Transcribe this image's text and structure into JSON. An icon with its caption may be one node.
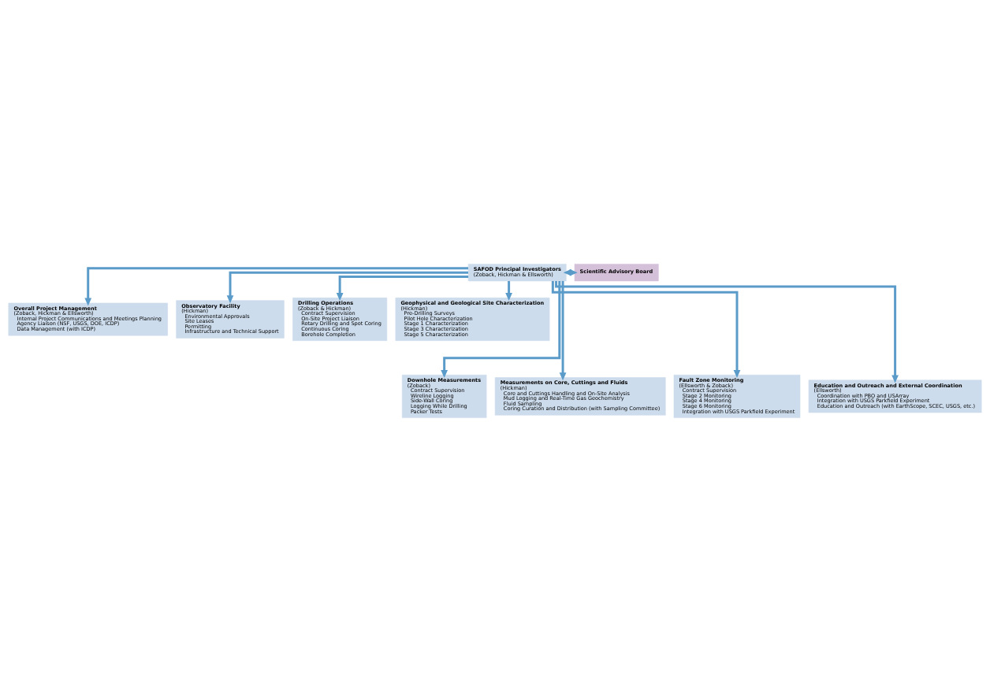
{
  "diagram": {
    "nodes": [
      {
        "text": [
          "SAFOD Principal Investigators",
          "(Zoback, Hickman & Ellsworth)"
        ]
      },
      {
        "text": [
          "Scientific Advisory Board"
        ]
      },
      {
        "text": [
          "Overall Project Management",
          "(Zoback, Hickman & Ellsworth)",
          "Internal Project Communications and Meetings Planning",
          "Agency Liaison (NSF, USGS, DOE, ICDP)",
          "Data Management (with ICDP)"
        ]
      },
      {
        "text": [
          "Observatory Facility",
          "(Hickman)",
          "Environmental Approvals",
          "Site Leases",
          "Permitting",
          "Infrastructure and Technical Support"
        ]
      },
      {
        "text": [
          "Drilling Operations",
          "(Zoback & Hickman)",
          "Contract Supervision",
          "On-Site Project Liaison",
          "Rotary Drilling and Spot Coring",
          "Continuous Coring",
          "Borehole Completion"
        ]
      },
      {
        "text": [
          "Geophysical and Geological Site Characterization",
          "(Hickman)",
          "Pre-Drilling Surveys",
          "Pilot Hole Characterization",
          "Stage 1 Characterization",
          "Stage 3 Characterization",
          "Stage 5 Characterization"
        ]
      },
      {
        "text": [
          "Downhole Measurements",
          "(Zoback)",
          "Contract Supervision",
          "Wireline Logging",
          "Side-Wall Coring",
          "Logging While Drilling",
          "Packer Tests"
        ]
      },
      {
        "text": [
          "Measurements on Core, Cuttings and Fluids",
          "(Hickman)",
          "Core and Cuttings Handling and On-Site Analysis",
          "Mud Logging and Real-Time Gas Geochemistry",
          "Fluid Sampling",
          "Coring Curation and Distribution (with Sampling Committee)"
        ]
      },
      {
        "text": [
          "Fault Zone Monitoring",
          "(Ellsworth & Zoback)",
          "Contract Supervision",
          "Stage 2 Monitoring",
          "Stage 4 Monitoring",
          "Stage 6 Monitoring",
          "Integration with USGS Parkfield Experiment"
        ]
      },
      {
        "text": [
          "Education and Outreach and External Coordination",
          "(Ellsworth)",
          "Coordination with PBO and USArray",
          "Integration with USGS Parkfield Experiment",
          "Education and Outreach (with EarthScope, SCEC, USGS, etc.)"
        ]
      }
    ],
    "edges": [
      {
        "from": 0,
        "to": 1,
        "arrow": "both"
      },
      {
        "from": 0,
        "to": 2,
        "arrow": "to"
      },
      {
        "from": 0,
        "to": 3,
        "arrow": "to"
      },
      {
        "from": 0,
        "to": 4,
        "arrow": "to"
      },
      {
        "from": 0,
        "to": 5,
        "arrow": "to"
      },
      {
        "from": 0,
        "to": 6,
        "arrow": "to"
      },
      {
        "from": 0,
        "to": 7,
        "arrow": "to"
      },
      {
        "from": 0,
        "to": 8,
        "arrow": "to"
      },
      {
        "from": 0,
        "to": 9,
        "arrow": "to"
      }
    ]
  }
}
